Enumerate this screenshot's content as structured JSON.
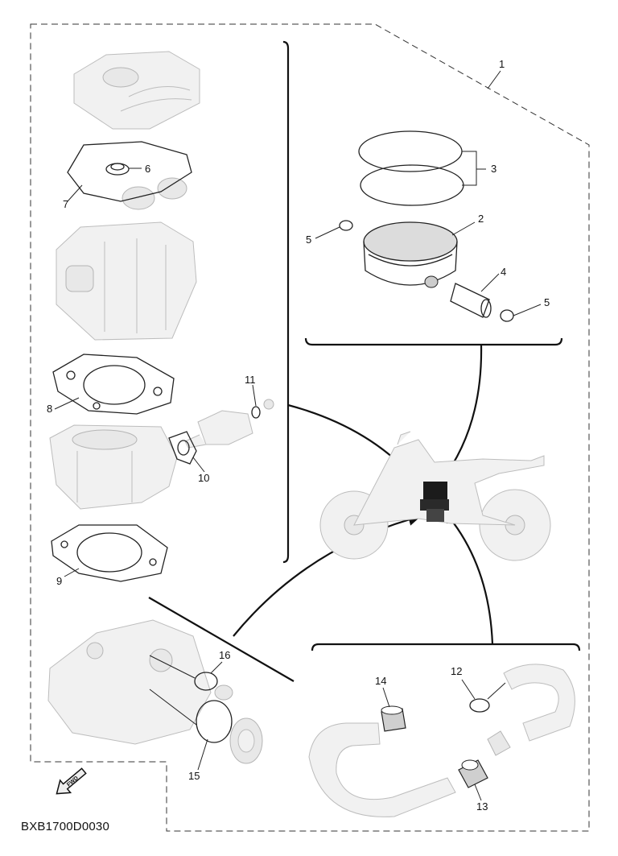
{
  "callouts": {
    "c1": "1",
    "c2": "2",
    "c3": "3",
    "c4": "4",
    "c5a": "5",
    "c5b": "5",
    "c6": "6",
    "c7": "7",
    "c8": "8",
    "c9": "9",
    "c10": "10",
    "c11": "11",
    "c12": "12",
    "c13": "13",
    "c14": "14",
    "c15": "15",
    "c16": "16"
  },
  "fwd_label": "FWD",
  "diagram_code": "BXB1700D0030",
  "colors": {
    "ink": "#111111",
    "ghost_fill": "#f1f1f1",
    "ghost_stroke": "#bdbdbd"
  },
  "icons": [
    "fwd-arrow-icon"
  ]
}
